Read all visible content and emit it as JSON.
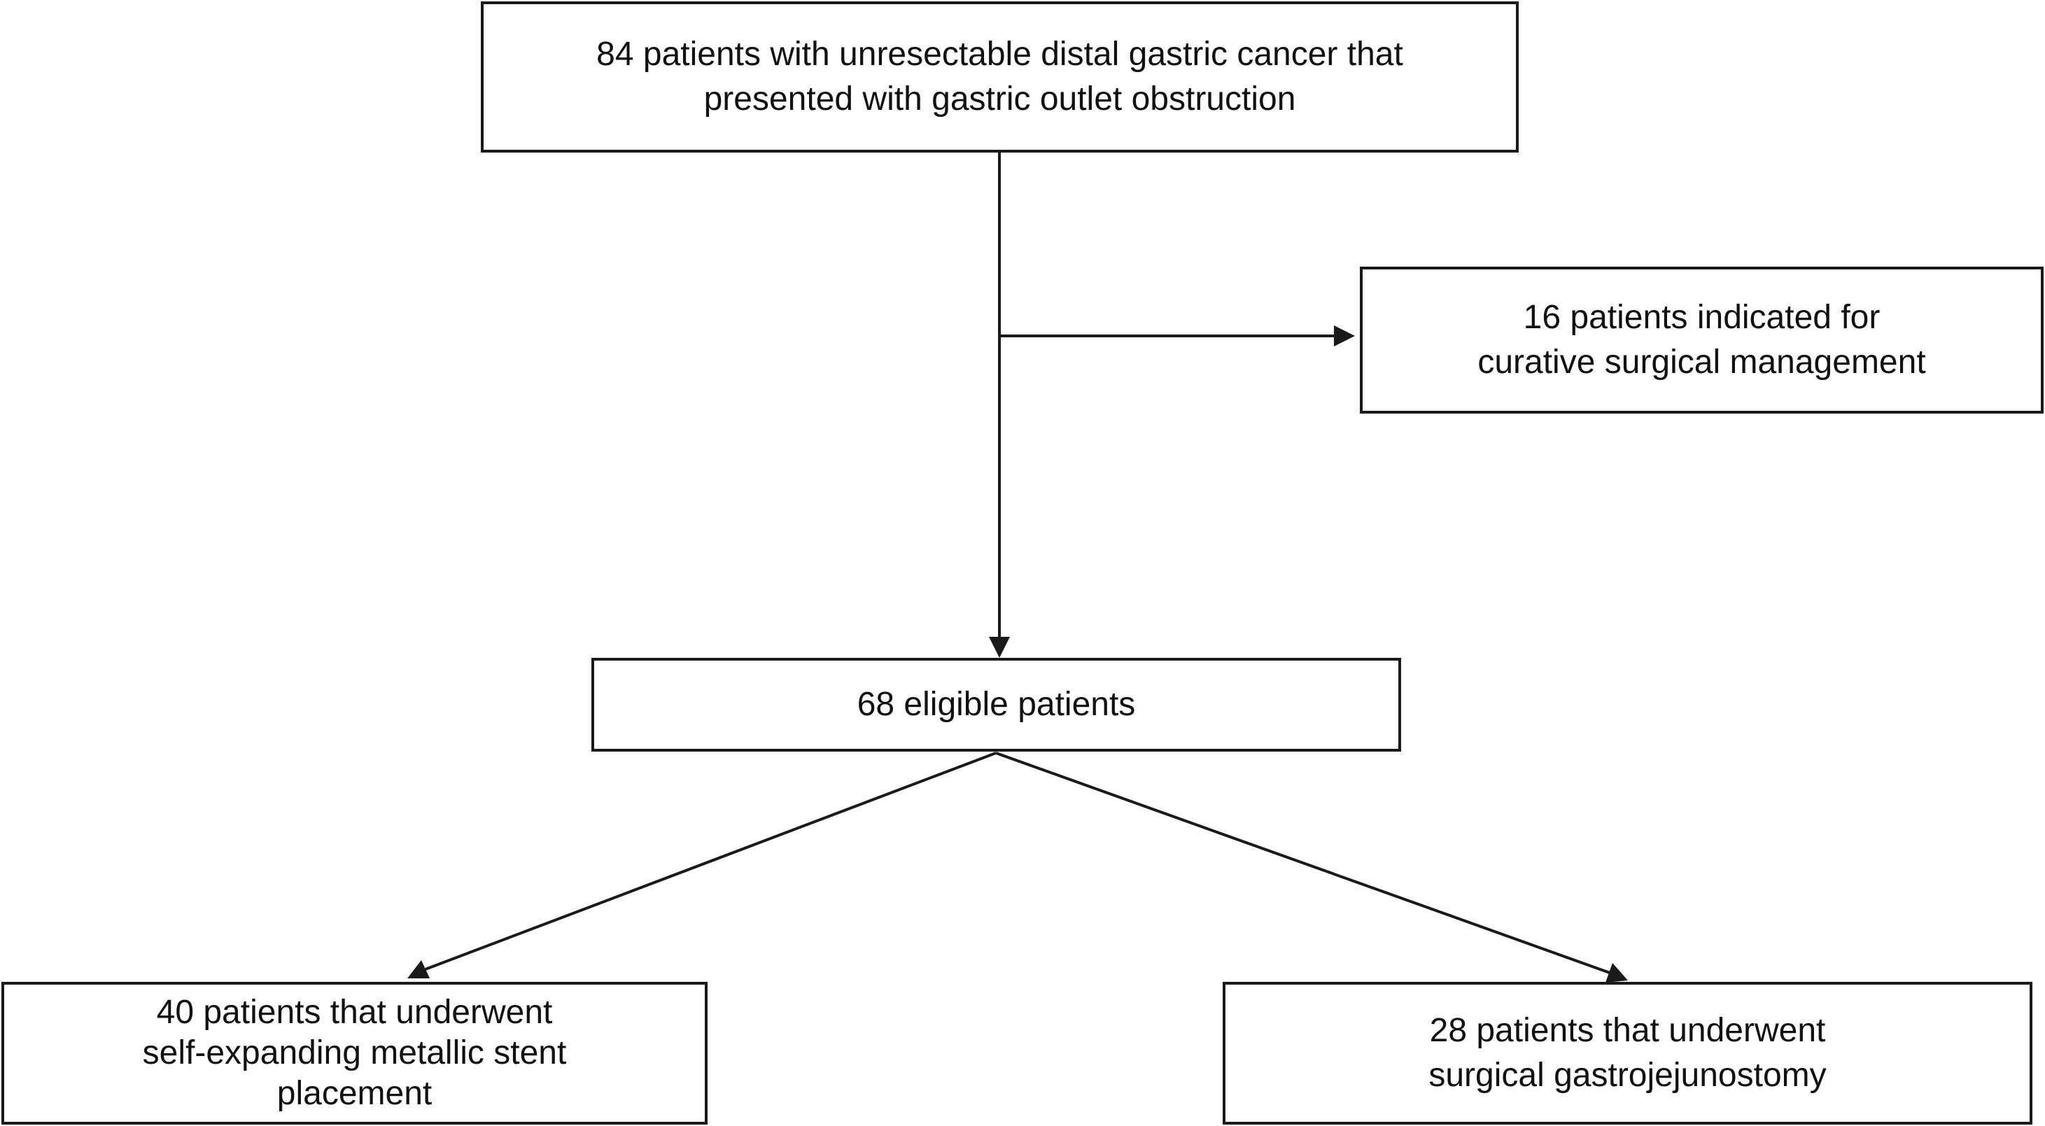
{
  "flowchart": {
    "total": {
      "line1": "84 patients with unresectable distal gastric cancer that",
      "line2": "presented with gastric outlet obstruction"
    },
    "excluded": {
      "line1": "16 patients indicated for",
      "line2": "curative surgical management"
    },
    "eligible": {
      "line1": "68 eligible patients"
    },
    "stent": {
      "line1": "40 patients that underwent",
      "line2": "self-expanding metallic stent",
      "line3": "placement"
    },
    "surgery": {
      "line1": "28 patients that underwent",
      "line2": "surgical gastrojejunostomy"
    }
  },
  "colors": {
    "line": "#1a1a1a",
    "background": "#ffffff"
  }
}
